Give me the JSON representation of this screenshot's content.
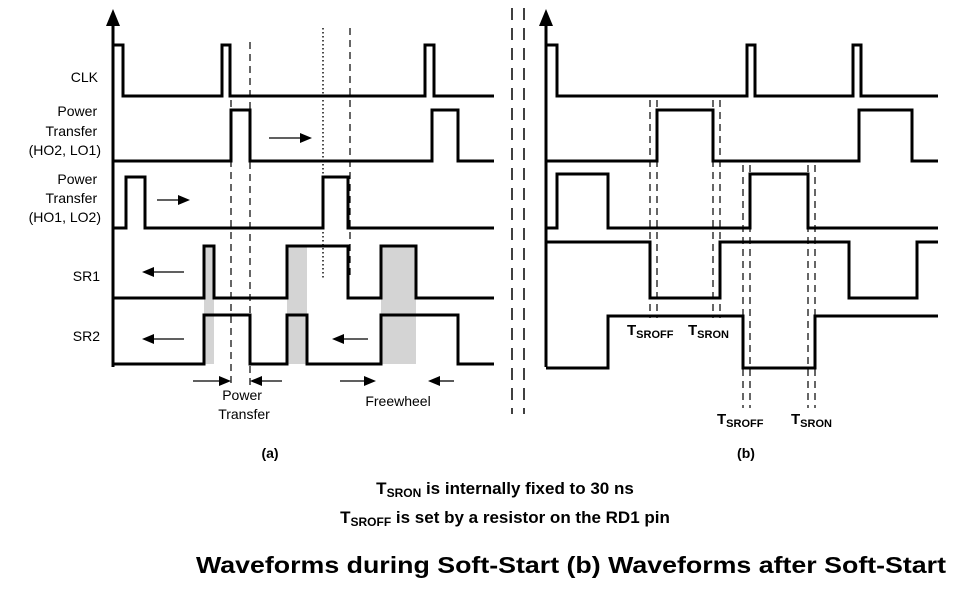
{
  "panel_a": {
    "signal_labels": {
      "clk": [
        "CLK"
      ],
      "power_transfer_ho2_lo1": [
        "Power",
        "Transfer",
        "(HO2, LO1)"
      ],
      "power_transfer_ho1_lo2": [
        "Power",
        "Transfer",
        "(HO1, LO2)"
      ],
      "sr1": [
        "SR1"
      ],
      "sr2": [
        "SR2"
      ]
    },
    "annotations": {
      "power_transfer": [
        "Power",
        "Transfer"
      ],
      "freewheel": "Freewheel"
    },
    "caption": "(a)"
  },
  "panel_b": {
    "labels": {
      "tsroff_upper": {
        "main": "T",
        "sub": "SROFF"
      },
      "tsron_upper": {
        "main": "T",
        "sub": "SRON"
      },
      "tsroff_lower": {
        "main": "T",
        "sub": "SROFF"
      },
      "tsron_lower": {
        "main": "T",
        "sub": "SRON"
      }
    },
    "caption": "(b)"
  },
  "notes": [
    {
      "main": "T",
      "sub": "SRON",
      "text": " is internally fixed to 30 ns"
    },
    {
      "main": "T",
      "sub": "SROFF",
      "text": " is set by a resistor on the RD1 pin"
    }
  ],
  "figure_title": "Waveforms during Soft-Start (b) Waveforms after Soft-Start"
}
